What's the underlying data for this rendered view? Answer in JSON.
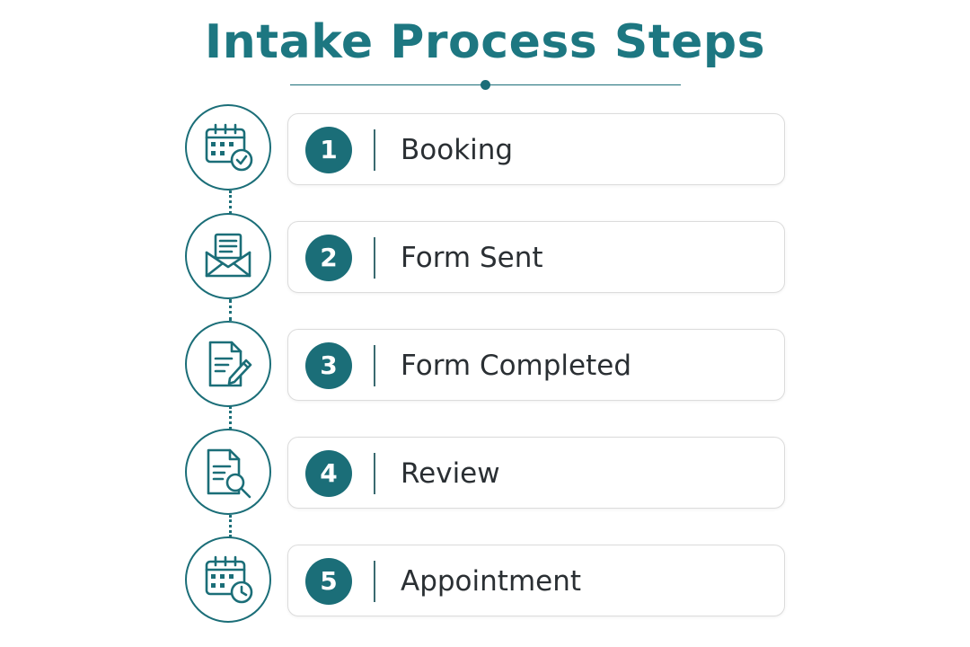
{
  "colors": {
    "accent": "#1b6e78",
    "title": "#1d7781",
    "text": "#2a2f33",
    "card_border": "#dcdcdc",
    "divider": "#3a6a70"
  },
  "diagram": {
    "title": "Intake Process Steps",
    "steps": [
      {
        "number": "1",
        "label": "Booking",
        "icon": "calendar-check-icon"
      },
      {
        "number": "2",
        "label": "Form Sent",
        "icon": "envelope-document-icon"
      },
      {
        "number": "3",
        "label": "Form Completed",
        "icon": "document-pencil-icon"
      },
      {
        "number": "4",
        "label": "Review",
        "icon": "document-magnifier-icon"
      },
      {
        "number": "5",
        "label": "Appointment",
        "icon": "calendar-clock-icon"
      }
    ]
  }
}
